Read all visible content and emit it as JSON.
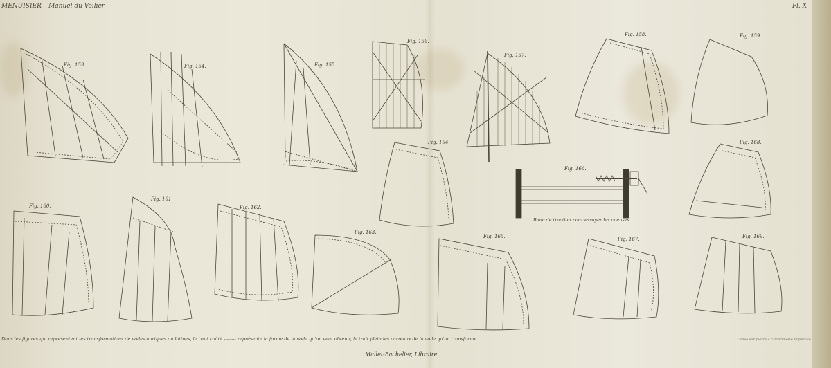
{
  "plate": {
    "header_left": "MENUISIER – Manuel du Voilier",
    "header_right": "Pl. X",
    "caption": "Dans les figures qui représentent les transformations de voiles auriques ou latines, le trait coûté -------- représente la forme de la voile qu'on veut obtenir, le trait plein les carreaux de la voile qu'on transforme.",
    "publisher": "Mallet-Bachelier, Libraire",
    "engraver": "Gravé sur pierre à l'Imprimerie Impériale",
    "banc_caption": "Banc de traction pour essayer les cueuses"
  },
  "figures": [
    {
      "id": "f153",
      "label": "Fig. 153."
    },
    {
      "id": "f154",
      "label": "Fig. 154."
    },
    {
      "id": "f155",
      "label": "Fig. 155."
    },
    {
      "id": "f156",
      "label": "Fig. 156."
    },
    {
      "id": "f157",
      "label": "Fig. 157."
    },
    {
      "id": "f158",
      "label": "Fig. 158."
    },
    {
      "id": "f159",
      "label": "Fig. 159."
    },
    {
      "id": "f160",
      "label": "Fig. 160."
    },
    {
      "id": "f161",
      "label": "Fig. 161."
    },
    {
      "id": "f162",
      "label": "Fig. 162."
    },
    {
      "id": "f163",
      "label": "Fig. 163."
    },
    {
      "id": "f164",
      "label": "Fig. 164."
    },
    {
      "id": "f165",
      "label": "Fig. 165."
    },
    {
      "id": "f166",
      "label": "Fig. 166."
    },
    {
      "id": "f167",
      "label": "Fig. 167."
    },
    {
      "id": "f168",
      "label": "Fig. 168."
    },
    {
      "id": "f169",
      "label": "Fig. 169."
    }
  ]
}
